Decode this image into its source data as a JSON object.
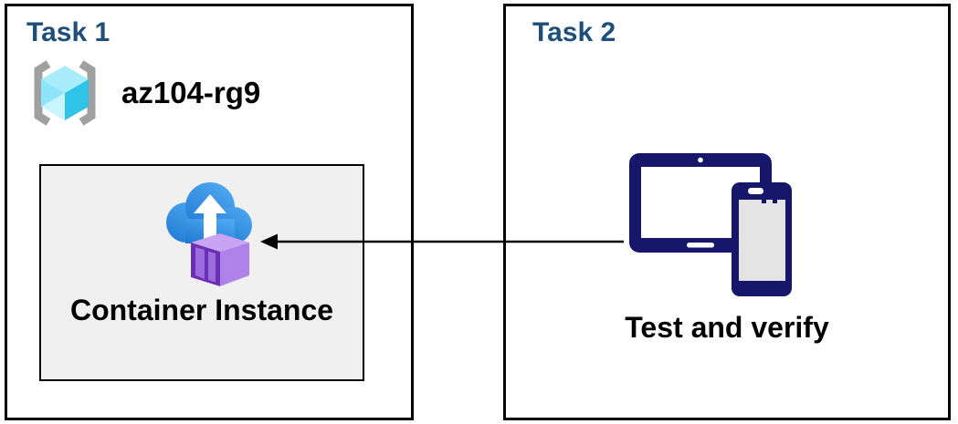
{
  "task1": {
    "title": "Task 1",
    "resource_group": "az104-rg9",
    "container_card": {
      "label": "Container Instance"
    }
  },
  "task2": {
    "title": "Task 2",
    "caption": "Test and verify"
  },
  "connector": {
    "direction": "from task2 devices to container instance",
    "style": "solid black line, left-pointing arrowhead"
  },
  "icons": {
    "resource_group": "azure-resource-group-icon",
    "container_instance": "azure-container-instances-icon",
    "devices": "tablet-and-phone-icon",
    "arrow": "left-arrow-icon"
  },
  "colors": {
    "task_title": "#1F4E79",
    "label_text": "#000000",
    "panel_border": "#000000",
    "card_background": "#F0F0F0",
    "device_navy": "#16166B",
    "device_screen_gray": "#E4E4E4",
    "cloud_blue_dark": "#1E78D0",
    "cloud_blue_light": "#4BA4EE",
    "container_purple_dark": "#6B2FB4",
    "container_purple_mid": "#9C6BDD",
    "container_purple_light": "#AF82EA",
    "container_purple_top": "#C9A4F4",
    "cube_cyan_top": "#A9ECFB",
    "cube_cyan_left": "#8EE4F8",
    "cube_cyan_bottom": "#C9F5FF",
    "cube_cyan_right": "#2FC3E8",
    "bracket_gray": "#A0A0A0"
  }
}
